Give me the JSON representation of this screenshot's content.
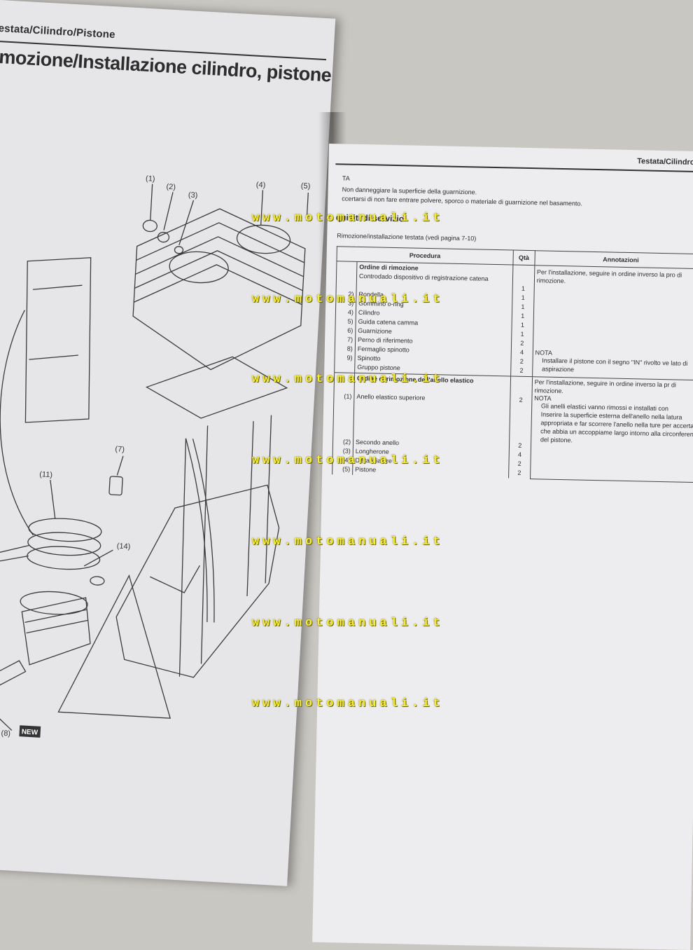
{
  "left_page": {
    "running_head": "estata/Cilindro/Pistone",
    "title": "imozione/Installazione cilindro, pistone",
    "callouts": [
      "(1)",
      "(2)",
      "(3)",
      "(4)",
      "(5)",
      "(7)",
      "(11)",
      "(14)",
      "(8)"
    ],
    "new_badge": "NEW"
  },
  "right_page": {
    "running_head": "Testata/Cilindro/",
    "note_label": "TA",
    "notes": [
      "Non danneggiare la superficie della guarnizione.",
      "ccertarsi di non fare entrare polvere, sporco o materiale di guarnizione nel basamento."
    ],
    "section_title": "quisiti di servizio",
    "reference": "Rimozione/installazione testata (vedi pagina 7-10)",
    "table": {
      "headers": [
        "Procedura",
        "Qtà",
        "Annotazioni"
      ],
      "group1": {
        "title": "Ordine di rimozione",
        "rows": [
          {
            "num": "",
            "item": "Controdado dispositivo di registrazione catena",
            "qty": ""
          },
          {
            "num": "",
            "item": "",
            "qty": "1"
          },
          {
            "num": "2)",
            "item": "Rondella",
            "qty": "1"
          },
          {
            "num": "3)",
            "item": "Gommino o-ring",
            "qty": "1"
          },
          {
            "num": "4)",
            "item": "Cilindro",
            "qty": "1"
          },
          {
            "num": "5)",
            "item": "Guida catena camma",
            "qty": "1"
          },
          {
            "num": "6)",
            "item": "Guarnizione",
            "qty": "1"
          },
          {
            "num": "7)",
            "item": "Perno di riferimento",
            "qty": "2"
          },
          {
            "num": "8)",
            "item": "Fermaglio spinotto",
            "qty": "4"
          },
          {
            "num": "9)",
            "item": "Spinotto",
            "qty": "2"
          },
          {
            "num": "",
            "item": "Gruppo pistone",
            "qty": "2"
          }
        ],
        "annotation": "Per l'installazione, seguire in ordine inverso la pro di rimozione.",
        "nota_label": "NOTA",
        "nota_text": "Installare il pistone con il segno \"IN\" rivolto ve lato di aspirazione"
      },
      "group2": {
        "title": "Ordine di rimozione dell'anello elastico",
        "rows": [
          {
            "num": "(1)",
            "item": "Anello elastico superiore",
            "qty": "2"
          },
          {
            "num": "(2)",
            "item": "Secondo anello",
            "qty": "2"
          },
          {
            "num": "(3)",
            "item": "Longherone",
            "qty": "4"
          },
          {
            "num": "(4)",
            "item": "Distanziatore",
            "qty": "2"
          },
          {
            "num": "(5)",
            "item": "Pistone",
            "qty": "2"
          }
        ],
        "annotation": "Per l'installazione, seguire in ordine inverso la pr di rimozione.",
        "nota_label": "NOTA",
        "nota_items": [
          "Gli anelli elastici vanno rimossi e installati con",
          "Inserire la superficie esterna dell'anello nella latura appropriata e far scorrere l'anello nella ture per accertarsi che abbia un accoppiame largo intorno alla circonferenza del pistone."
        ]
      }
    }
  },
  "watermark": "www.motomanuali.it"
}
